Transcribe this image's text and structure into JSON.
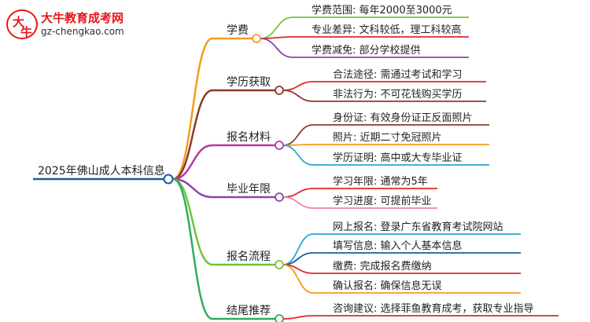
{
  "logo": {
    "title": "大牛教育成考网",
    "url": "gz-chengkao.com",
    "mark": "大牛"
  },
  "root": {
    "label": "2025年佛山成人本科信息",
    "color": "#1f5aa6"
  },
  "branches": [
    {
      "id": "fee",
      "label": "学费",
      "color": "#f39c1b",
      "children": [
        {
          "label": "学费范围: 每年2000至3000元",
          "color": "#71c43b"
        },
        {
          "label": "专业差异: 文科较低，理工科较高",
          "color": "#e0282a"
        },
        {
          "label": "学费减免: 部分学校提供",
          "color": "#8e44ad"
        }
      ]
    },
    {
      "id": "degree",
      "label": "学历获取",
      "color": "#8b3a2b",
      "children": [
        {
          "label": "合法途径: 需通过考试和学习",
          "color": "#e0282a"
        },
        {
          "label": "非法行为: 不可花钱购买学历",
          "color": "#8b3a2b"
        }
      ]
    },
    {
      "id": "materials",
      "label": "报名材料",
      "color": "#b23aa6",
      "children": [
        {
          "label": "身份证: 有效身份证正反面照片",
          "color": "#8b3a2b"
        },
        {
          "label": "照片: 近期二寸免冠照片",
          "color": "#f39c1b"
        },
        {
          "label": "学历证明: 高中或大专毕业证",
          "color": "#2aa4cc"
        }
      ]
    },
    {
      "id": "years",
      "label": "毕业年限",
      "color": "#8e44ad",
      "children": [
        {
          "label": "学习年限: 通常为5年",
          "color": "#e0282a"
        },
        {
          "label": "学习进度: 可提前毕业",
          "color": "#f0849e"
        }
      ]
    },
    {
      "id": "process",
      "label": "报名流程",
      "color": "#71c43b",
      "children": [
        {
          "label": "网上报名: 登录广东省教育考试院网站",
          "color": "#2aa4cc"
        },
        {
          "label": "填写信息: 输入个人基本信息",
          "color": "#1f5aa6"
        },
        {
          "label": "缴费: 完成报名费缴纳",
          "color": "#e0282a"
        },
        {
          "label": "确认报名: 确保信息无误",
          "color": "#f39c1b"
        }
      ]
    },
    {
      "id": "recommend",
      "label": "结尾推荐",
      "color": "#2fae5a",
      "children": [
        {
          "label": "咨询建议: 选择菲鱼教育成考，获取专业指导",
          "color": "#e0282a"
        }
      ]
    }
  ]
}
